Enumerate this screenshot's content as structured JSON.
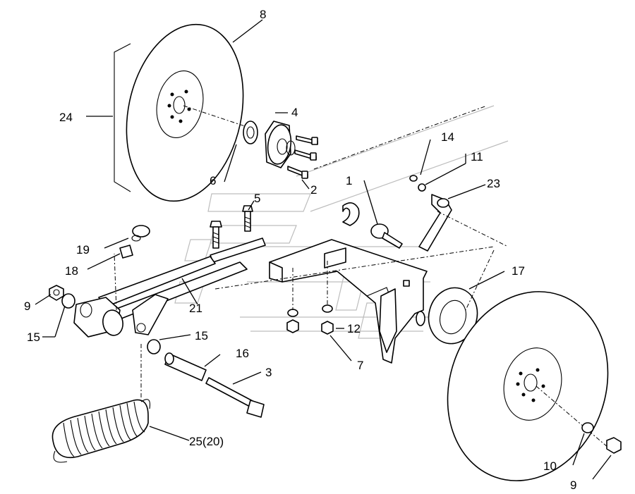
{
  "callouts": {
    "c1": "1",
    "c2": "2",
    "c3": "3",
    "c4": "4",
    "c5": "5",
    "c6": "6",
    "c7": "7",
    "c8": "8",
    "c9a": "9",
    "c9b": "9",
    "c10": "10",
    "c11": "11",
    "c12": "12",
    "c14": "14",
    "c15a": "15",
    "c15b": "15",
    "c16": "16",
    "c17": "17",
    "c18": "18",
    "c19": "19",
    "c21": "21",
    "c23": "23",
    "c24": "24",
    "c25": "25(20)"
  }
}
